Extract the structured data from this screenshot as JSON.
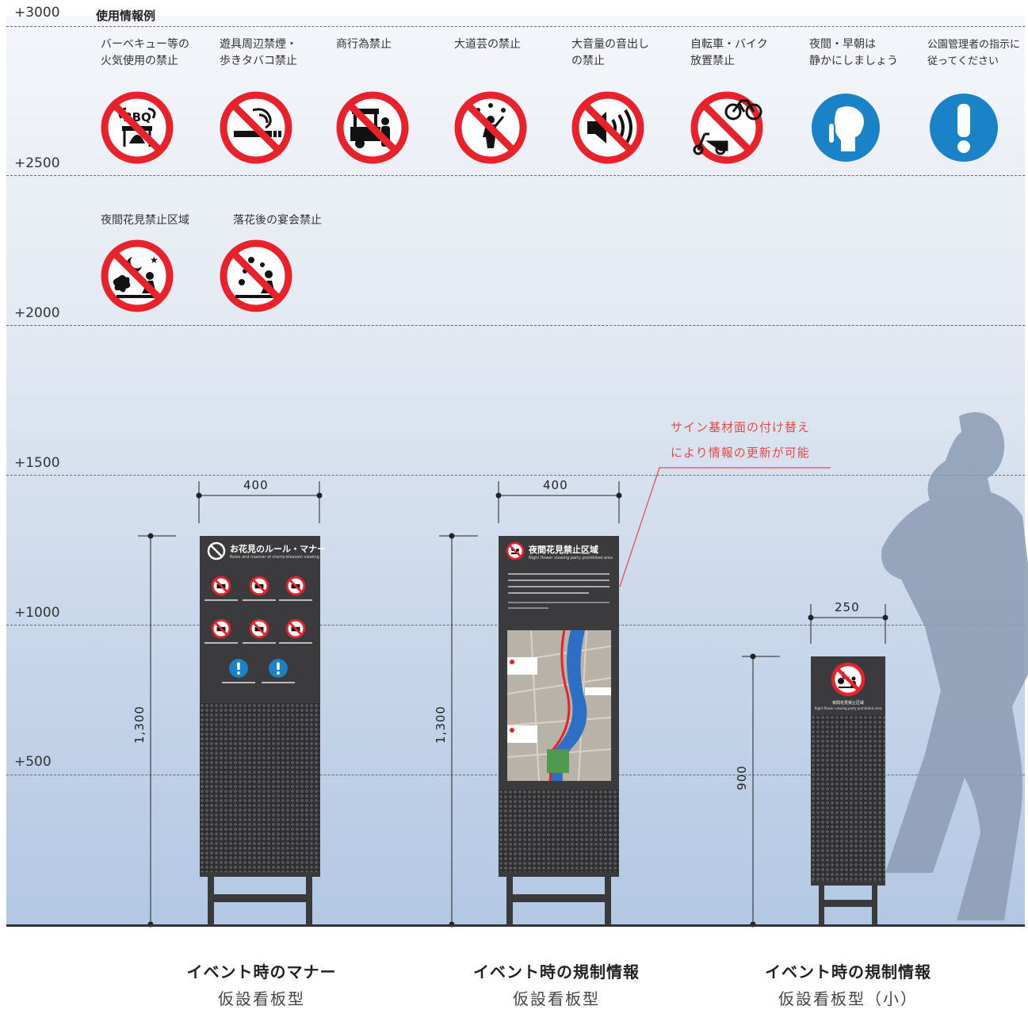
{
  "levels": [
    "+3000",
    "+2500",
    "+2000",
    "+1500",
    "+1000",
    "+500"
  ],
  "heading": "使用情報例",
  "pictograms": [
    {
      "label": "バーベキュー等の\n火気使用の禁止",
      "icon": "no-bbq-icon",
      "kind": "prohibit"
    },
    {
      "label": "遊具周辺禁煙・\n歩きタバコ禁止",
      "icon": "no-smoking-icon",
      "kind": "prohibit"
    },
    {
      "label": "商行為禁止",
      "icon": "no-vending-cart-icon",
      "kind": "prohibit"
    },
    {
      "label": "大道芸の禁止",
      "icon": "no-street-performance-icon",
      "kind": "prohibit"
    },
    {
      "label": "大音量の音出し\nの禁止",
      "icon": "no-loud-sound-icon",
      "kind": "prohibit"
    },
    {
      "label": "自転車・バイク\n放置禁止",
      "icon": "no-bike-parking-icon",
      "kind": "prohibit"
    },
    {
      "label": "夜間・早朝は\n静かにしましょう",
      "icon": "quiet-please-icon",
      "kind": "mandatory"
    },
    {
      "label": "公園管理者の指示に\n従ってください",
      "icon": "exclamation-icon",
      "kind": "mandatory"
    },
    {
      "label": "夜間花見禁止区域",
      "icon": "no-night-viewing-icon",
      "kind": "prohibit"
    },
    {
      "label": "落花後の宴会禁止",
      "icon": "no-party-after-blossom-icon",
      "kind": "prohibit"
    }
  ],
  "note": [
    "サイン基材面の付け替え",
    "により情報の更新が可能"
  ],
  "signs": [
    {
      "width_label": "400",
      "height_label": "1,300",
      "panel_title": "お花見のルール・マナー",
      "panel_subtitle": "Rules and manner of cherry-blossom viewing",
      "caption_main": "イベント時のマナー",
      "caption_sub": "仮設看板型"
    },
    {
      "width_label": "400",
      "height_label": "1,300",
      "panel_title": "夜間花見禁止区域",
      "panel_subtitle": "Night flower viewing party prohibited area",
      "caption_main": "イベント時の規制情報",
      "caption_sub": "仮設看板型"
    },
    {
      "width_label": "250",
      "height_label": "900",
      "panel_title": "夜間花見禁止区域",
      "panel_subtitle": "Night flower viewing party prohibited area",
      "caption_main": "イベント時の規制情報",
      "caption_sub": "仮設看板型（小）"
    }
  ],
  "colors": {
    "prohibit_red": "#e8212b",
    "mandatory_blue": "#1a82c7",
    "panel_dark": "#3b3b3d",
    "note_red": "#e64646"
  }
}
